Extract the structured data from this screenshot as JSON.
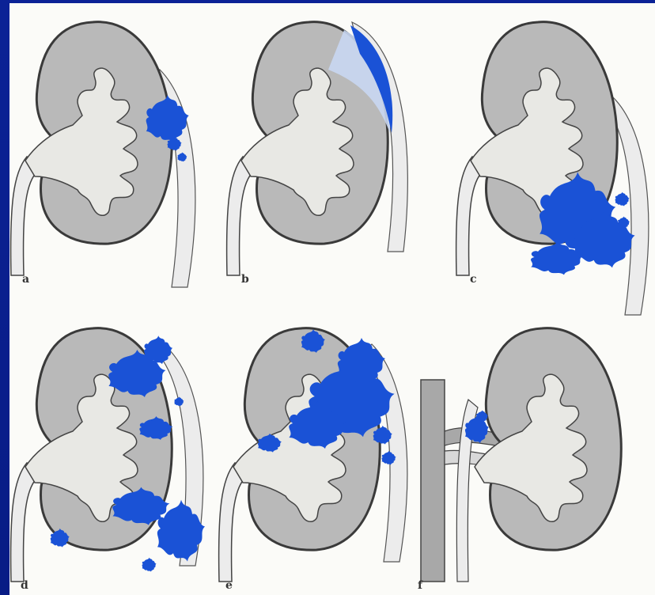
{
  "panels": [
    {
      "id": "a",
      "label": "a"
    },
    {
      "id": "b",
      "label": "b"
    },
    {
      "id": "c",
      "label": "c"
    },
    {
      "id": "d",
      "label": "d"
    },
    {
      "id": "e",
      "label": "e"
    },
    {
      "id": "f",
      "label": "f"
    }
  ],
  "colors": {
    "background": "#0a1f8f",
    "plate": "#fbfbf8",
    "kidney": "#b9b9b9",
    "outline": "#3a3a3a",
    "collecting_system": "#e8e8e4",
    "fascia": "#ececec",
    "lesion": "#1a52d6"
  }
}
